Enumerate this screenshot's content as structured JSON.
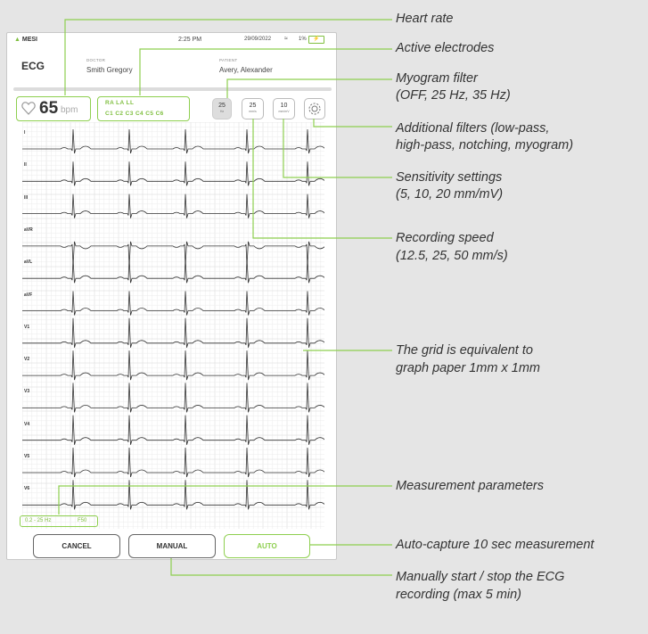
{
  "status_bar": {
    "brand": "MESI",
    "time": "2:25 PM",
    "date": "29/09/2022",
    "battery_pct": "1%",
    "battery_icon": "battery-charging-icon",
    "wifi_icon": "wifi-icon"
  },
  "header": {
    "title": "ECG",
    "doctor_label": "DOCTOR",
    "doctor_name": "Smith Gregory",
    "patient_label": "PATIENT",
    "patient_name": "Avery, Alexander"
  },
  "controls": {
    "heart_rate": "65",
    "heart_rate_unit": "bpm",
    "electrodes_row1": "RA  LA  LL",
    "electrodes_row2": "C1  C2  C3  C4  C5  C6",
    "myogram_value": "25",
    "myogram_unit": "Hz",
    "speed_value": "25",
    "speed_unit": "mm/s",
    "sensitivity_value": "10",
    "sensitivity_unit": "mm/mV",
    "settings_icon": "gear-icon"
  },
  "leads": [
    "I",
    "II",
    "III",
    "aVR",
    "aVL",
    "aVF",
    "V1",
    "V2",
    "V3",
    "V4",
    "V5",
    "V6"
  ],
  "measurement": {
    "range": "0.2 - 25 Hz",
    "filter": "F50"
  },
  "buttons": {
    "cancel": "CANCEL",
    "manual": "MANUAL",
    "auto": "AUTO"
  },
  "callouts": {
    "heart_rate": "Heart rate",
    "active_electrodes": "Active electrodes",
    "myogram_line1": "Myogram filter",
    "myogram_line2": "(OFF, 25 Hz, 35 Hz)",
    "filters_line1": "Additional filters (low-pass,",
    "filters_line2": "high-pass, notching, myogram)",
    "sensitivity_line1": "Sensitivity settings",
    "sensitivity_line2": "(5, 10, 20 mm/mV)",
    "speed_line1": "Recording speed",
    "speed_line2": "(12.5, 25, 50 mm/s)",
    "grid_line1": "The grid is equivalent to",
    "grid_line2": "graph paper 1mm x 1mm",
    "measurement": "Measurement parameters",
    "auto": "Auto-capture 10 sec measurement",
    "manual_line1": "Manually start / stop the ECG",
    "manual_line2": "recording (max 5 min)"
  },
  "colors": {
    "accent": "#8ecf4f",
    "grid_minor": "#ececec",
    "grid_major": "#d6d6d6",
    "trace": "#333333"
  }
}
